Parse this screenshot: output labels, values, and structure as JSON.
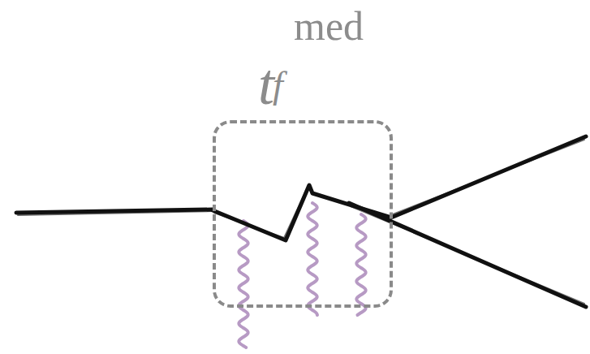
{
  "diagram": {
    "nodes": [
      {
        "text": [
          "t",
          "f",
          "med"
        ]
      }
    ]
  }
}
